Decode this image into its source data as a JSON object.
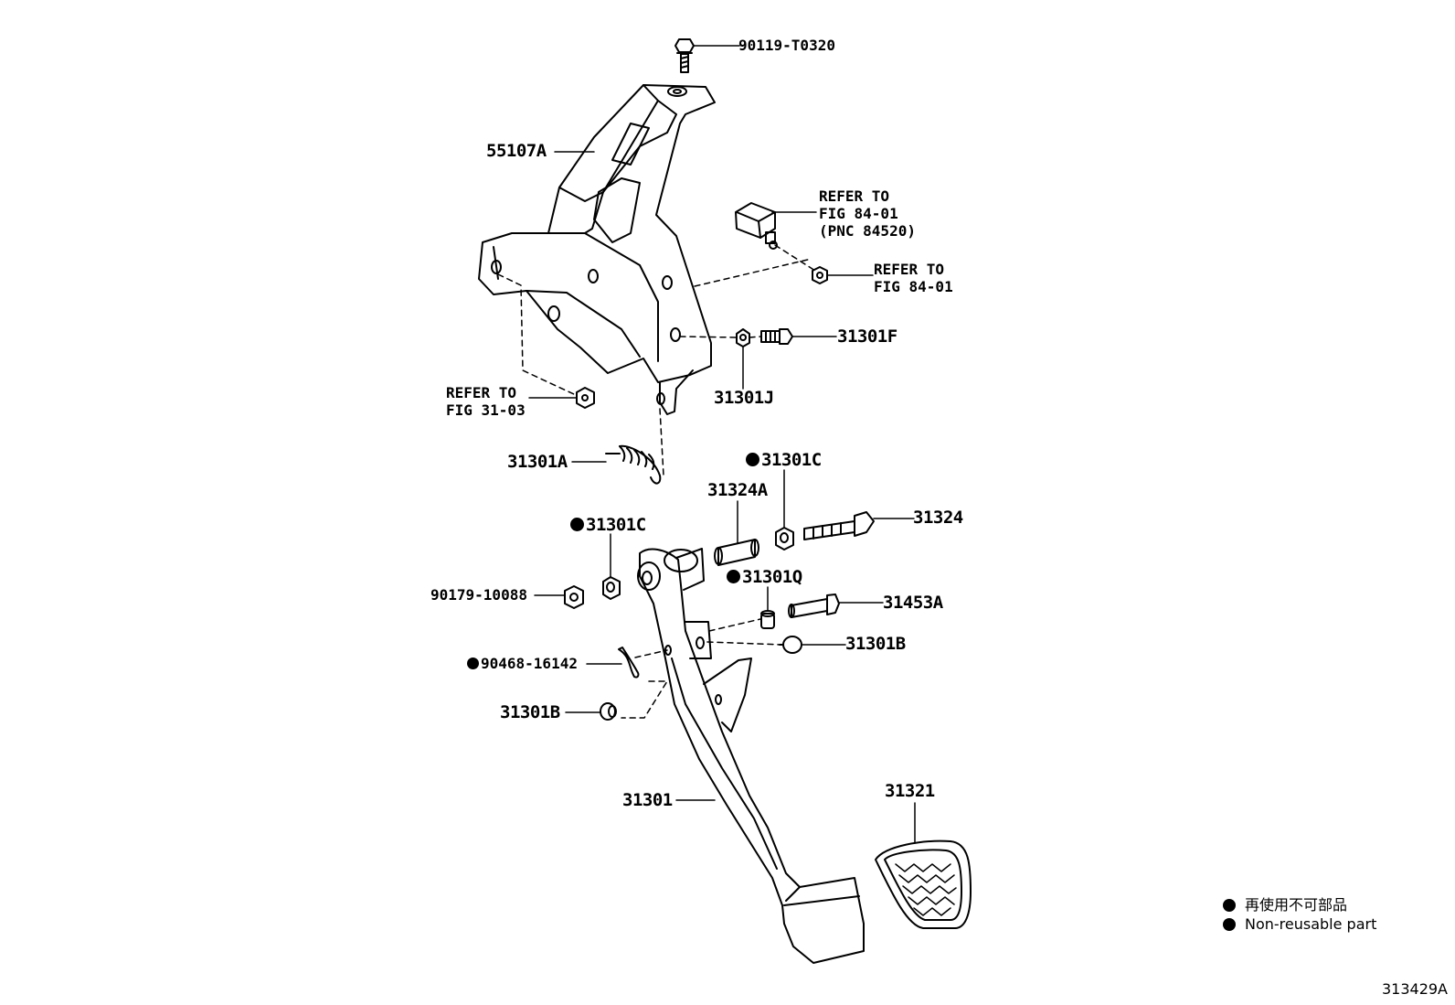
{
  "labels": {
    "bolt_top": "90119-T0320",
    "bracket": "55107A",
    "refer_84_01_pnc": "REFER TO\nFIG 84-01\n(PNC 84520)",
    "refer_84_01": "REFER TO\nFIG 84-01",
    "p31301F": "31301F",
    "p31301J": "31301J",
    "refer_31_03": "REFER TO\nFIG 31-03",
    "p31301A": "31301A",
    "p31301C_top": "31301C",
    "p31324A": "31324A",
    "p31324": "31324",
    "p31301C_left": "31301C",
    "p90179": "90179-10088",
    "p31301Q": "31301Q",
    "p31453A": "31453A",
    "p31301B_right": "31301B",
    "p90468": "90468-16142",
    "p31301B_left": "31301B",
    "p31301": "31301",
    "p31321": "31321"
  },
  "legend": {
    "jp": "再使用不可部品",
    "en": "Non-reusable part"
  },
  "figure_id": "313429A"
}
